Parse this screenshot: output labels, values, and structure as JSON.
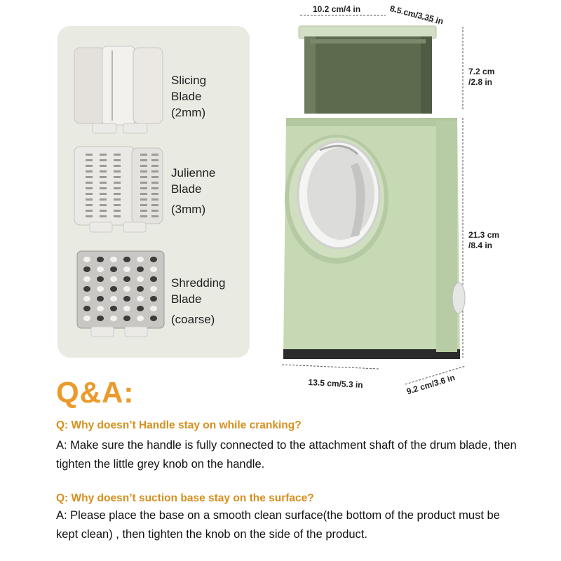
{
  "blades": [
    {
      "line1": "Slicing",
      "line2": "Blade",
      "line3": "(2mm)",
      "icon": "slicing-blade-drum"
    },
    {
      "line1": "Julienne",
      "line2": "Blade",
      "line3": "(3mm)",
      "icon": "julienne-blade-drum"
    },
    {
      "line1": "Shredding",
      "line2": "Blade",
      "line3": "(coarse)",
      "icon": "shredding-blade-drum"
    }
  ],
  "dimensions": {
    "top_width": "10.2 cm/4 in",
    "top_depth": "8.5 cm/3.35 in",
    "hopper_height_1": "7.2 cm",
    "hopper_height_2": "/2.8 in",
    "body_height_1": "21.3 cm",
    "body_height_2": "/8.4 in",
    "base_width": "13.5 cm/5.3 in",
    "base_depth": "9.2 cm/3.6 in"
  },
  "product": {
    "name": "rotary-cheese-grater",
    "body_color": "#c5d8b3",
    "hopper_color": "#5d6b4f"
  },
  "qa": {
    "title": "Q&A:",
    "items": [
      {
        "question": "Q: Why doesn’t Handle stay on while cranking?",
        "answer": "A: Make sure the handle is fully connected to the attachment shaft of the drum blade, then tighten the little grey knob on the handle."
      },
      {
        "question": "Q: Why doesn’t suction base stay on the surface?",
        "answer": "A: Please place the base on a smooth clean surface(the bottom of the product must be kept clean) , then tighten the knob on the side of the product."
      }
    ]
  },
  "colors": {
    "accent": "#eb9a2b",
    "question": "#d6901f",
    "panel": "#e9ebe2"
  }
}
